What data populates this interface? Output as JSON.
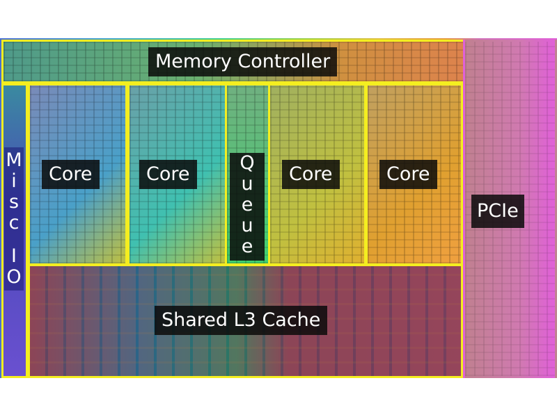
{
  "labels": {
    "memory_controller": "Memory Controller",
    "misc_io": [
      "M",
      "i",
      "s",
      "c",
      "",
      "I",
      "O"
    ],
    "cores": [
      "Core",
      "Core",
      "Core",
      "Core"
    ],
    "queue": [
      "Q",
      "u",
      "e",
      "u",
      "e"
    ],
    "pcie": "PCIe",
    "l3_cache": "Shared L3 Cache"
  },
  "colors": {
    "outline": "#f4ee20",
    "label_bg": "#0a0a0a"
  }
}
